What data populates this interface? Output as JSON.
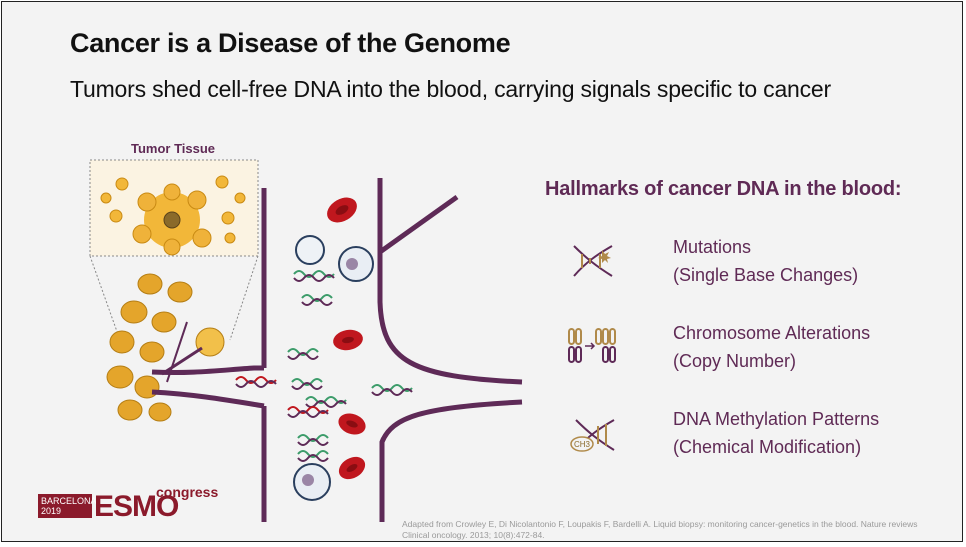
{
  "slide": {
    "title": "Cancer is a Disease of the Genome",
    "subtitle": "Tumors shed cell-free DNA into the blood, carrying signals specific to cancer"
  },
  "illustration": {
    "tumor_label": "Tumor Tissue"
  },
  "hallmarks": {
    "title": "Hallmarks of cancer DNA in the blood:",
    "items": [
      {
        "line1": "Mutations",
        "line2": "(Single Base Changes)",
        "icon": "dna-mutation-icon"
      },
      {
        "line1": "Chromosome Alterations",
        "line2": "(Copy Number)",
        "icon": "chromosome-icon"
      },
      {
        "line1": "DNA Methylation Patterns",
        "line2": "(Chemical Modification)",
        "icon": "methylation-icon"
      }
    ],
    "ch3_label": "CH3"
  },
  "citation": {
    "line1": "Adapted from Crowley E, Di Nicolantonio F, Loupakis F, Bardelli A. Liquid biopsy: monitoring cancer-genetics in the blood. Nature reviews",
    "line2": "Clinical oncology. 2013; 10(8):472-84."
  },
  "logo": {
    "city": "BARCELONA",
    "year": "2019",
    "brand": "ESMO",
    "suffix": "congress"
  },
  "colors": {
    "accent": "#5f2a55",
    "vessel": "#5e2a57",
    "tumor": "#e4a52b",
    "rbc": "#c0171e",
    "brand": "#8b1a2b"
  }
}
